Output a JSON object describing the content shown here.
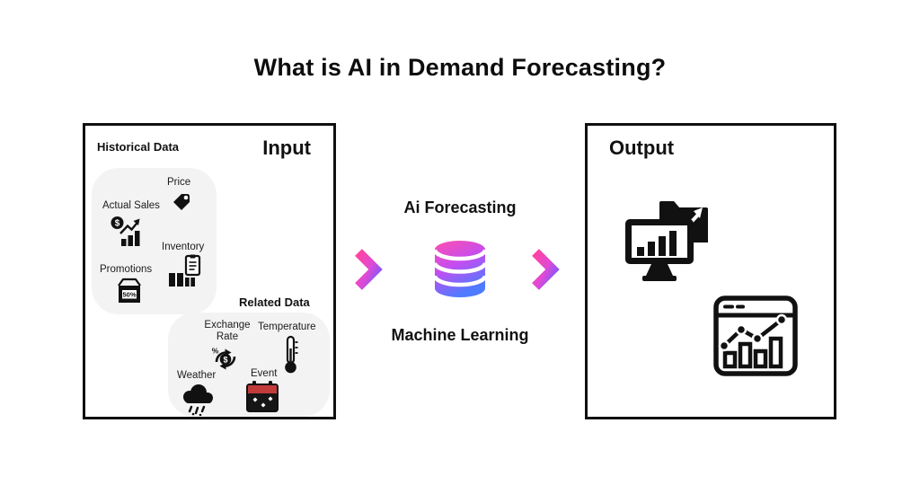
{
  "title": "What is AI in Demand Forecasting?",
  "colors": {
    "accent_pink": "#ff44a1",
    "accent_purple": "#c44df0",
    "accent_blue": "#4e7bff",
    "calendar_red": "#c23b3b",
    "icon_black": "#111111",
    "card_gray": "#f3f3f3"
  },
  "input_panel": {
    "heading": "Input",
    "historical_label": "Historical Data",
    "related_label": "Related Data",
    "historical_items": [
      {
        "label": "Price",
        "icon": "price-tag-icon"
      },
      {
        "label": "Actual Sales",
        "icon": "sales-growth-icon"
      },
      {
        "label": "Inventory",
        "icon": "inventory-boxes-icon"
      },
      {
        "label": "Promotions",
        "icon": "discount-box-icon"
      }
    ],
    "related_items": [
      {
        "label": "Exchange Rate",
        "icon": "exchange-rate-icon"
      },
      {
        "label": "Temperature",
        "icon": "thermometer-icon"
      },
      {
        "label": "Weather",
        "icon": "rain-cloud-icon"
      },
      {
        "label": "Event",
        "icon": "calendar-icon"
      }
    ]
  },
  "center": {
    "top_label": "Ai Forecasting",
    "bottom_label": "Machine Learning",
    "database_icon": "database-icon",
    "arrow_icon": "chevron-right-icon"
  },
  "output_panel": {
    "heading": "Output",
    "icons": [
      "monitor-analytics-icon",
      "browser-chart-icon"
    ]
  },
  "icon_glyphs": {
    "sales_dollar": "$",
    "promo_badge": "50%",
    "exchange_dollar": "$",
    "exchange_percent": "%"
  }
}
